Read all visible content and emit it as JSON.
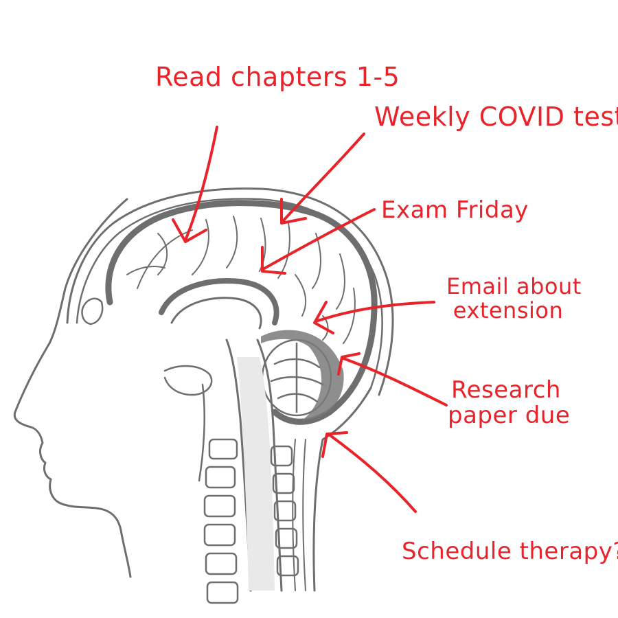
{
  "colors": {
    "annotation": "#e8232a",
    "drawing": "#6e6e6e",
    "drawing_fill": "#7a7a7a",
    "background": "#ffffff"
  },
  "annotations": {
    "read_chapters": "Read chapters 1-5",
    "covid_test": "Weekly COVID test",
    "exam": "Exam Friday",
    "email_line1": "Email about",
    "email_line2": "extension",
    "research_line1": "Research",
    "research_line2": "paper due",
    "therapy": "Schedule therapy??"
  }
}
